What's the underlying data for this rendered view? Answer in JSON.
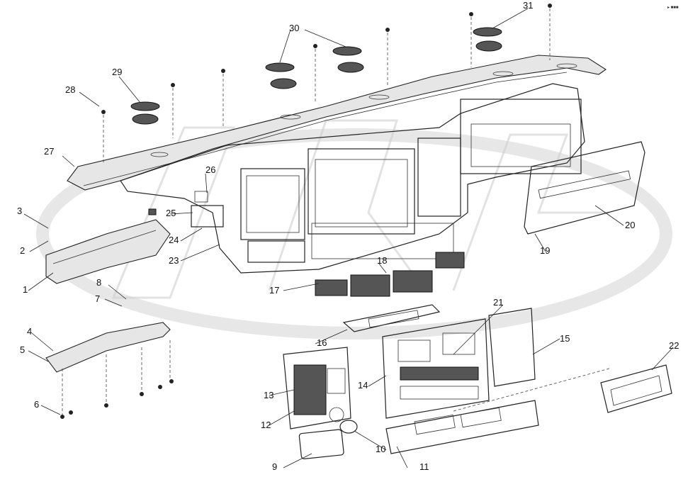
{
  "diagram": {
    "corner_mark": "▸ ■■■",
    "callouts": {
      "p1": "1",
      "p2": "2",
      "p3": "3",
      "p4": "4",
      "p5": "5",
      "p6": "6",
      "p7": "7",
      "p8": "8",
      "p9": "9",
      "p10": "10",
      "p11": "11",
      "p12": "12",
      "p13": "13",
      "p14": "14",
      "p15": "15",
      "p16": "16",
      "p17": "17",
      "p18": "18",
      "p19": "19",
      "p20": "20",
      "p21": "21",
      "p22": "22",
      "p23": "23",
      "p24": "24",
      "p25": "25",
      "p26": "26",
      "p27": "27",
      "p28": "28",
      "p29": "29",
      "p30": "30",
      "p31": "31"
    }
  }
}
